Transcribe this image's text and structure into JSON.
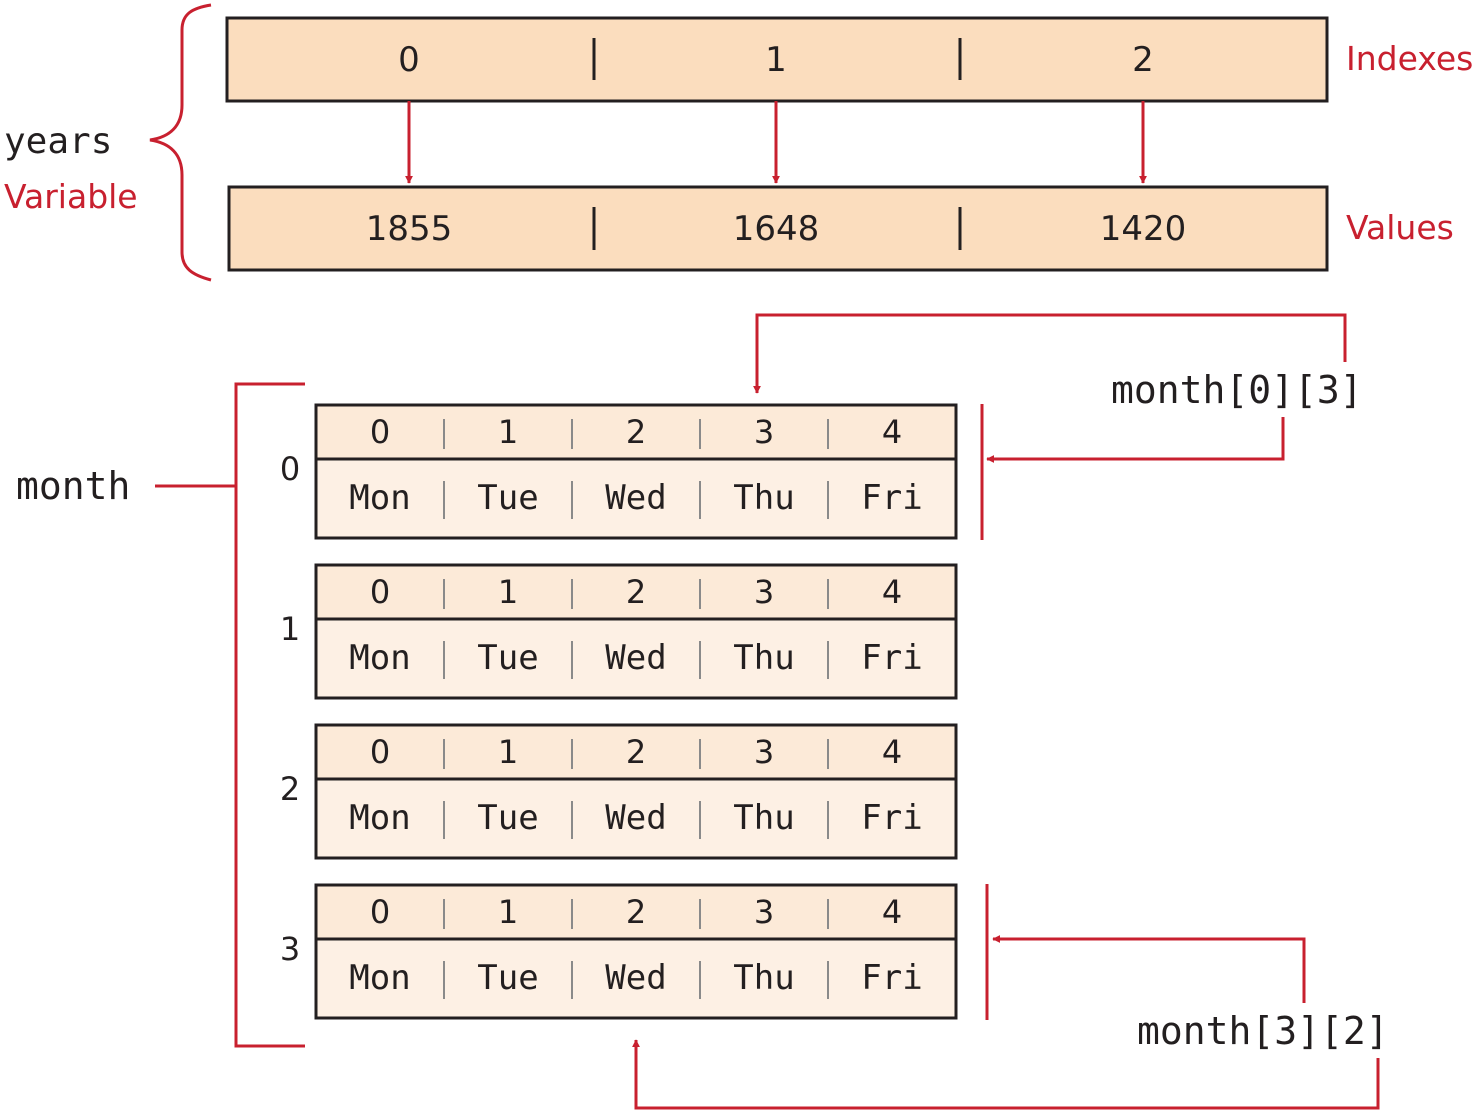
{
  "colors": {
    "accent_red": "#C8202F",
    "cell_fill_years": "#FBDDBE",
    "cell_fill_index_row": "#FCEAD8",
    "cell_fill_value_row": "#FDF0E4",
    "border": "#231F20",
    "text": "#231F20"
  },
  "years": {
    "name": "years",
    "variable_label": "Variable",
    "indexes_label": "Indexes",
    "values_label": "Values",
    "indexes": [
      "0",
      "1",
      "2"
    ],
    "values": [
      "1855",
      "1648",
      "1420"
    ]
  },
  "month": {
    "name": "month",
    "row_indexes": [
      "0",
      "1",
      "2",
      "3"
    ],
    "column_indexes": [
      "0",
      "1",
      "2",
      "3",
      "4"
    ],
    "days": [
      "Mon",
      "Tue",
      "Wed",
      "Thu",
      "Fri"
    ],
    "access_1": "month[0][3]",
    "access_2": "month[3][2]"
  }
}
